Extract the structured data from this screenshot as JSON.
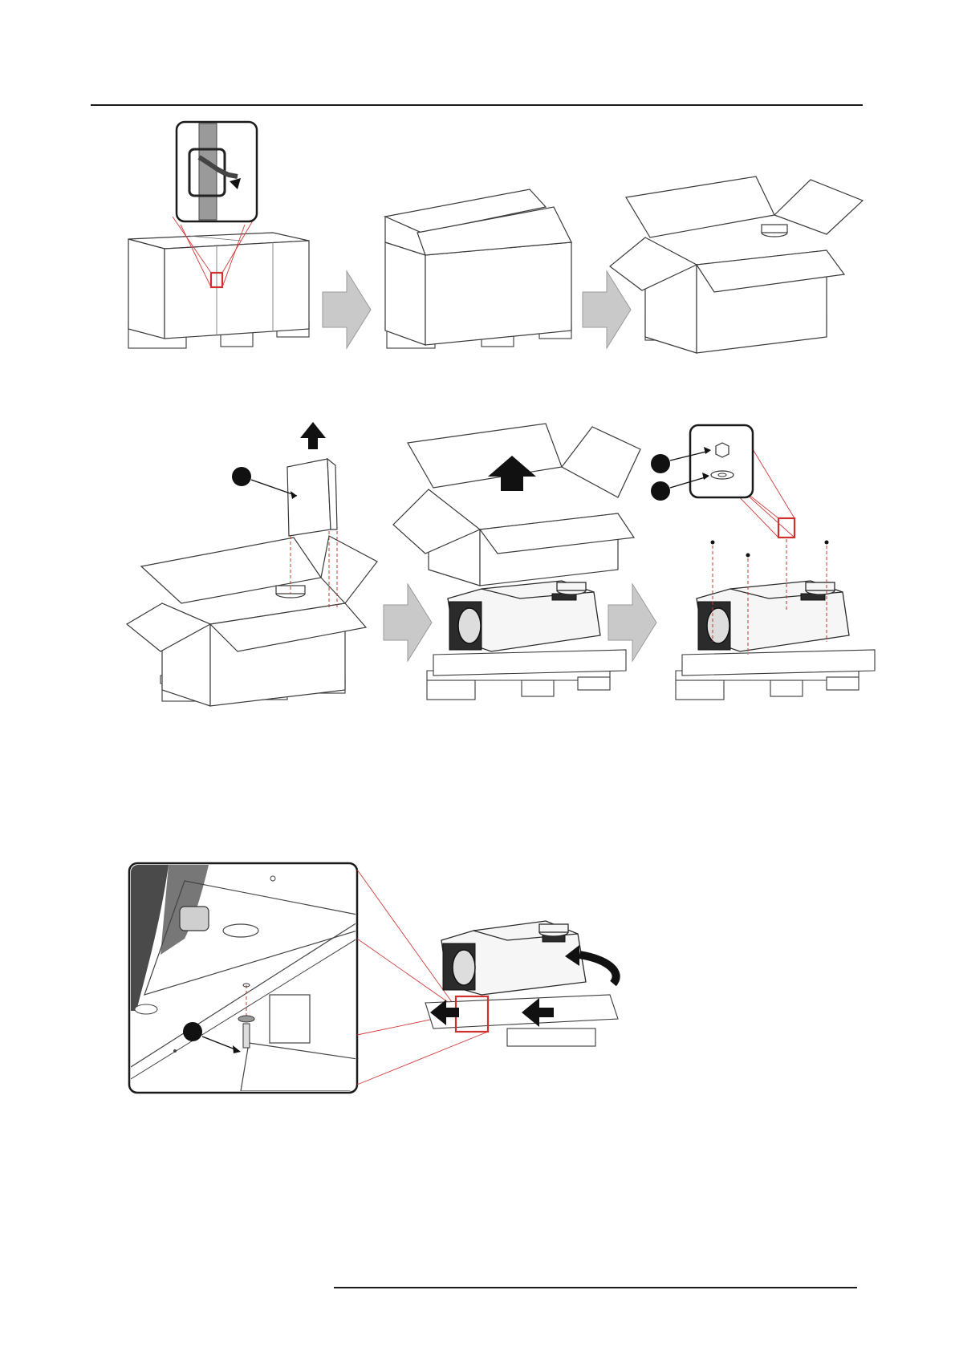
{
  "page": {
    "header_rule": true,
    "footer_rule": true
  },
  "figure_1": {
    "steps": [
      "cut-strap",
      "open-flaps",
      "flaps-open"
    ],
    "icons": [
      "strap-clip-detail",
      "step-arrow",
      "step-arrow"
    ]
  },
  "figure_2": {
    "steps": [
      "remove-insert",
      "lift-box",
      "remove-bolts"
    ],
    "icons": [
      "up-arrow",
      "up-arrow",
      "nut-washer-detail",
      "step-arrow",
      "step-arrow"
    ]
  },
  "figure_3": {
    "steps": [
      "unbolt-and-slide-off-pallet"
    ],
    "icons": [
      "bolt-detail",
      "rotate-arrow",
      "slide-arrow"
    ]
  },
  "colors": {
    "line": "#3a3a3a",
    "highlight": "#d0302b",
    "step_arrow": "#c9c9c9"
  }
}
